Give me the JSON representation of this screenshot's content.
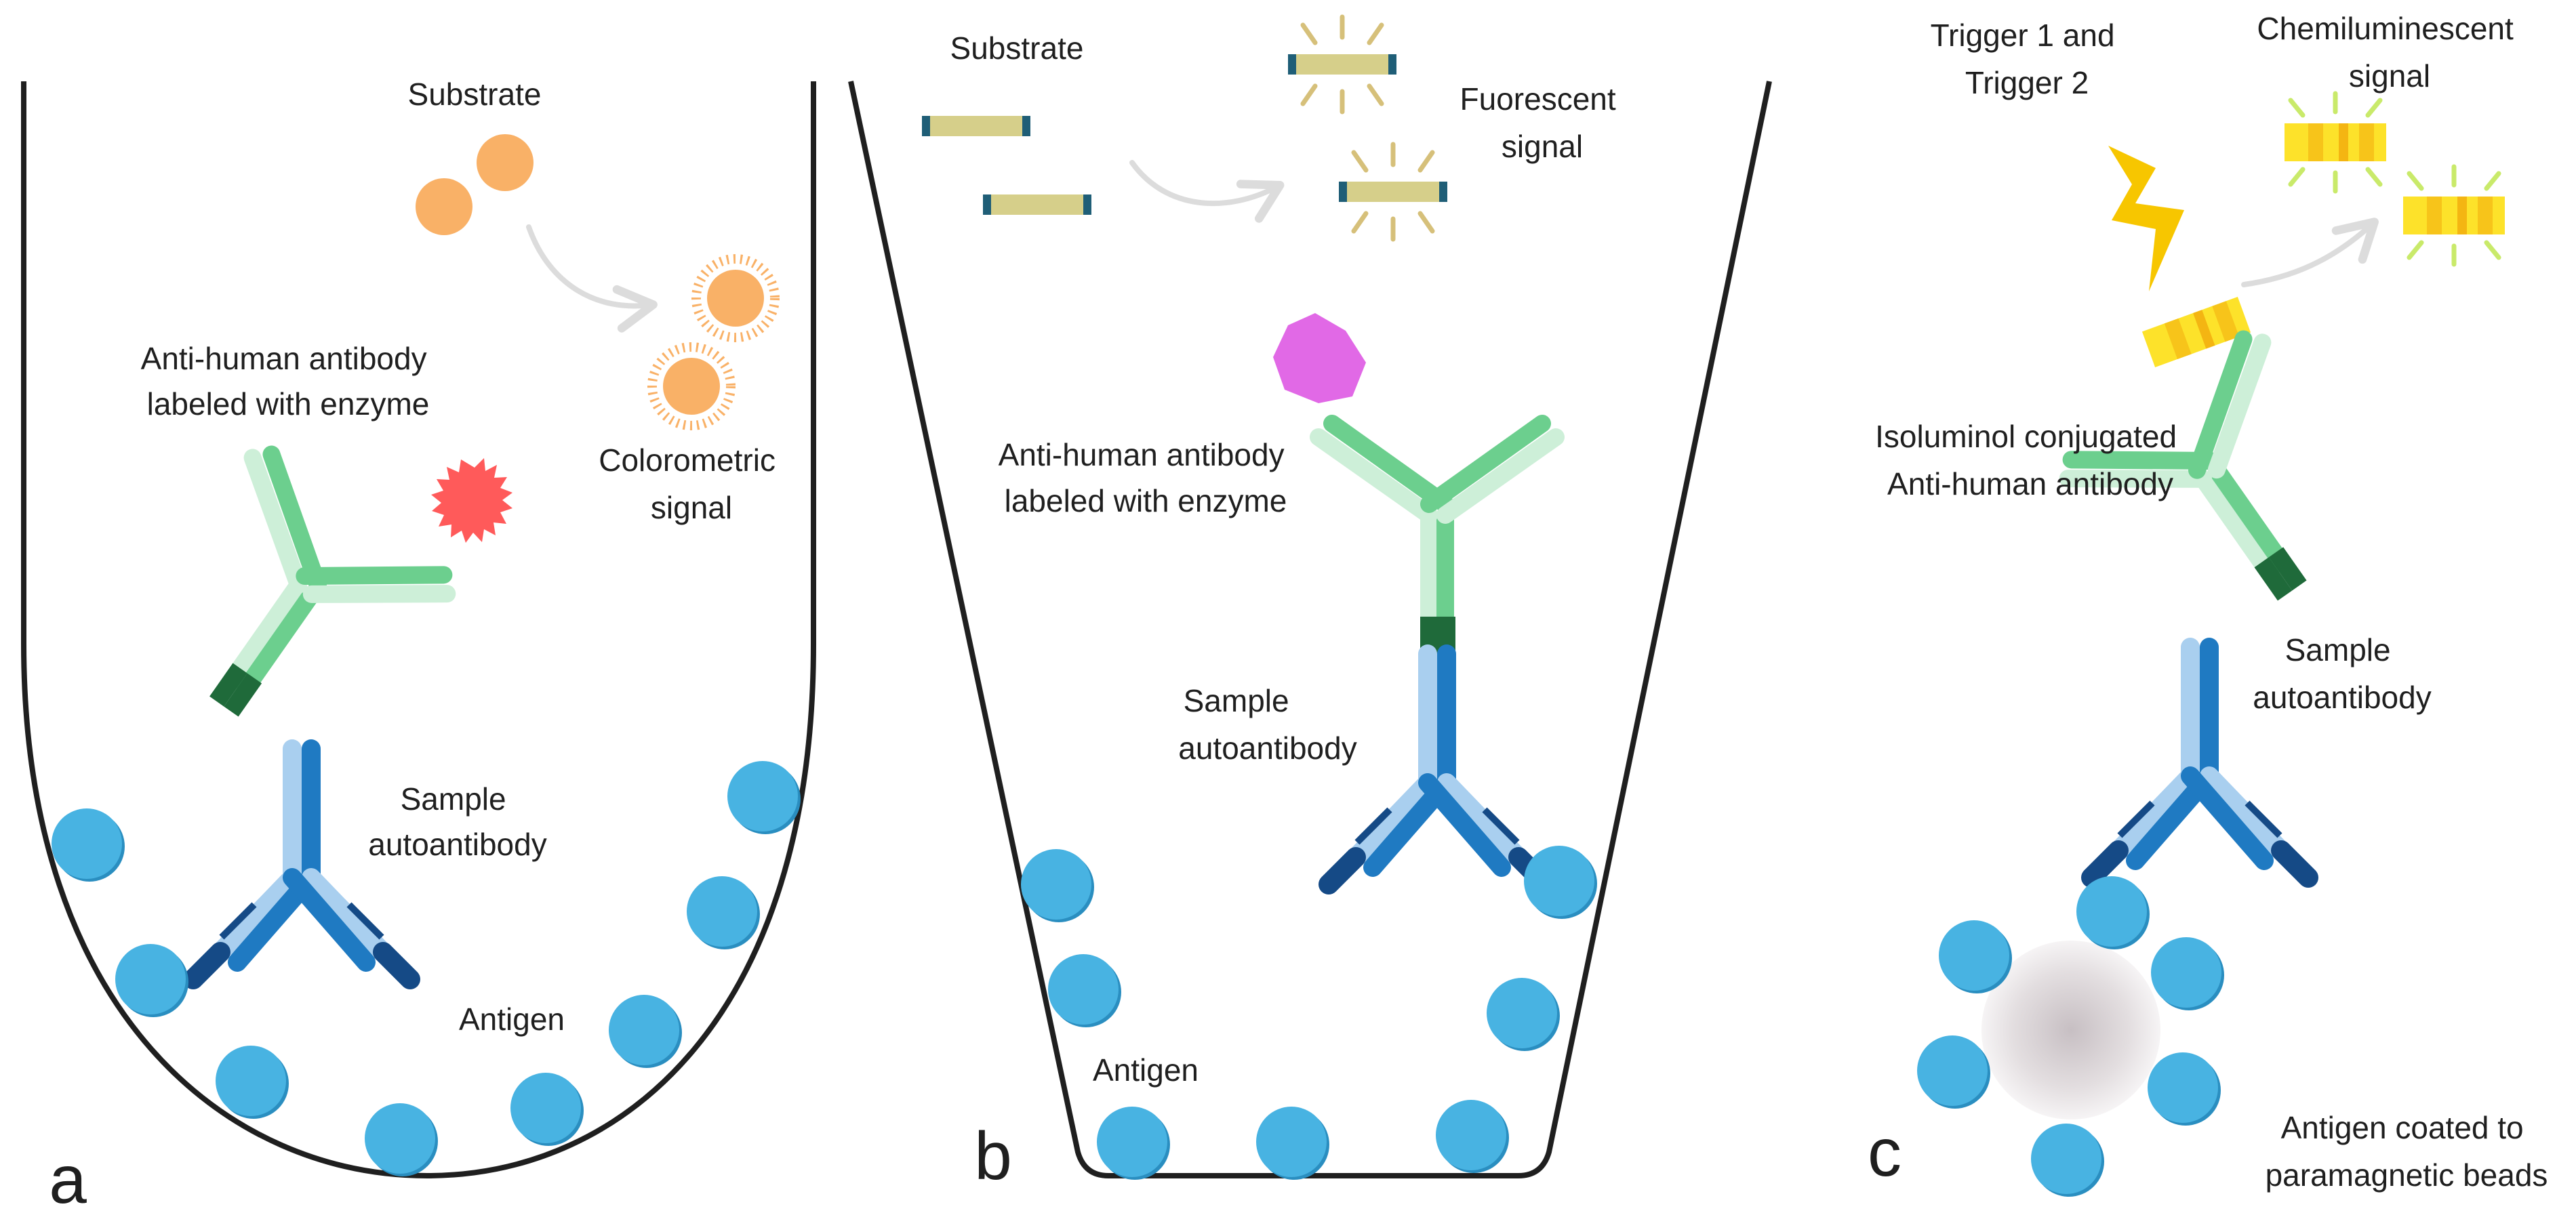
{
  "panels": [
    {
      "letter": "a",
      "labels": {
        "substrate": "Substrate",
        "antibody": [
          "Anti-human antibody",
          "labeled with enzyme"
        ],
        "signal": [
          "Colorometric",
          "signal"
        ],
        "sample": [
          "Sample",
          "autoantibody"
        ],
        "antigen": "Antigen"
      }
    },
    {
      "letter": "b",
      "labels": {
        "substrate": "Substrate",
        "signal": [
          "Fuorescent",
          "signal"
        ],
        "antibody": [
          "Anti-human antibody",
          "labeled with enzyme"
        ],
        "sample": [
          "Sample",
          "autoantibody"
        ],
        "antigen": "Antigen"
      }
    },
    {
      "letter": "c",
      "labels": {
        "trigger": [
          "Trigger 1 and",
          "Trigger 2"
        ],
        "signal": [
          "Chemiluminescent",
          "signal"
        ],
        "antibody": [
          "Isoluminol conjugated",
          "Anti-human antibody"
        ],
        "sample": [
          "Sample",
          "autoantibody"
        ],
        "antigen": [
          "Antigen coated to",
          "paramagnetic beads"
        ]
      }
    }
  ],
  "colors": {
    "antigen": "#48b3e2",
    "antigen_edge": "#2a8ec0",
    "sample_light": "#a9cfef",
    "sample_mid": "#1f7ac2",
    "sample_dark": "#154a86",
    "anti_light": "#cdefd8",
    "anti_mid": "#6ccf8e",
    "anti_dark": "#1f6a3a",
    "substrate_orange": "#f9b167",
    "enzyme_red": "#ff5a5a",
    "fluoro_tag": "#d6cf8a",
    "fluoro_cap": "#1f5e77",
    "enzyme_purple": "#e169e6",
    "chemi_yellow": "#fde22a",
    "chemi_orange": "#f7c41a",
    "bolt": "#f7c600",
    "arrow": "#dcdcdc",
    "vessel": "#1f1f1f",
    "bead_center": "#c9c1c4"
  },
  "icons": [
    "antigen-circle-icon",
    "antibody-y-icon",
    "enzyme-starburst-icon",
    "lightning-bolt-icon",
    "curved-arrow-icon"
  ]
}
